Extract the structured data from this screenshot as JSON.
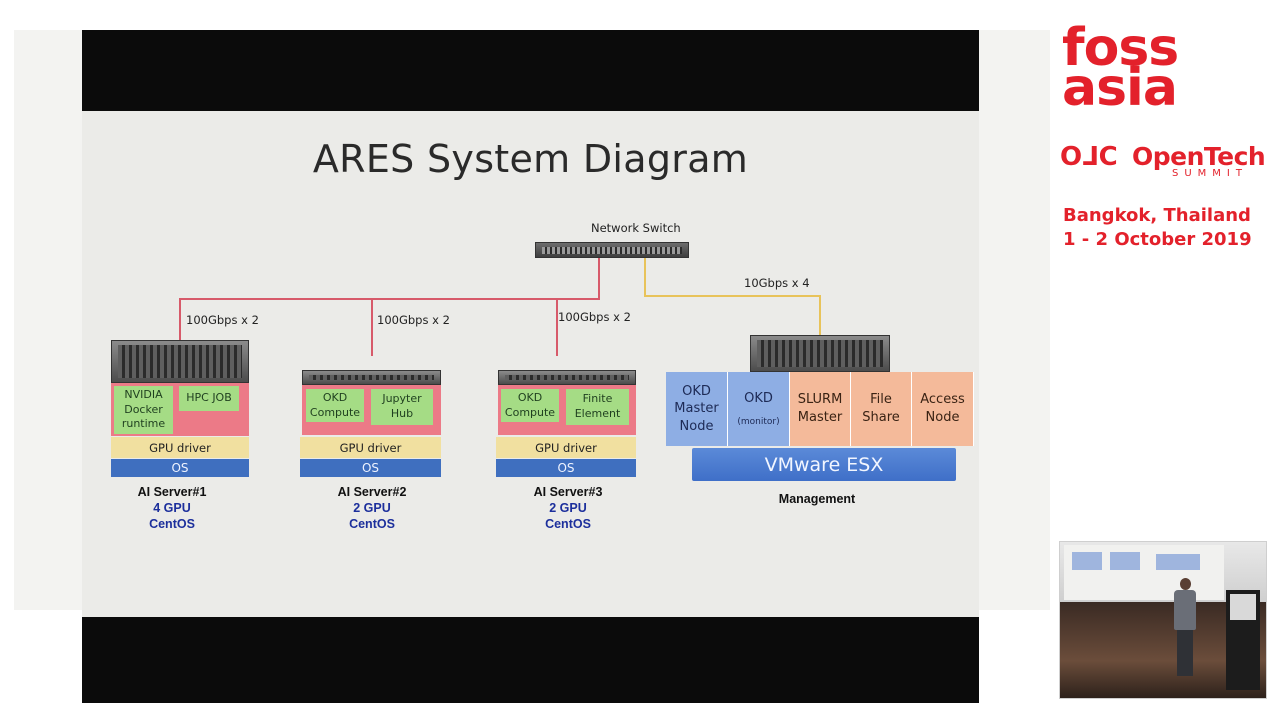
{
  "slide": {
    "title": "ARES System Diagram",
    "network_switch_label": "Network Switch",
    "links": {
      "server1": "100Gbps x 2",
      "server2": "100Gbps x 2",
      "server3": "100Gbps x 2",
      "management": "10Gbps x 4"
    },
    "servers": [
      {
        "apps": [
          "NVIDIA Docker runtime",
          "HPC JOB"
        ],
        "driver": "GPU driver",
        "os": "OS",
        "name": "AI Server#1",
        "gpu": "4 GPU",
        "distro": "CentOS"
      },
      {
        "apps": [
          "OKD Compute",
          "Jupyter Hub"
        ],
        "driver": "GPU driver",
        "os": "OS",
        "name": "AI Server#2",
        "gpu": "2 GPU",
        "distro": "CentOS"
      },
      {
        "apps": [
          "OKD Compute",
          "Finite Element"
        ],
        "driver": "GPU driver",
        "os": "OS",
        "name": "AI Server#3",
        "gpu": "2 GPU",
        "distro": "CentOS"
      }
    ],
    "management": {
      "vms": [
        {
          "line1": "OKD Master Node",
          "line2": ""
        },
        {
          "line1": "OKD",
          "line2": "(monitor)"
        },
        {
          "line1": "SLURM Master",
          "line2": ""
        },
        {
          "line1": "File Share",
          "line2": ""
        },
        {
          "line1": "Access Node",
          "line2": ""
        }
      ],
      "hypervisor": "VMware ESX",
      "label": "Management"
    }
  },
  "branding": {
    "logo_line1": "foss",
    "logo_line2": "asia",
    "opentech_mark": "O⅃C",
    "opentech_text": "OpenTech",
    "opentech_sub": "SUMMIT",
    "place": "Bangkok, Thailand",
    "date": "1 - 2 October 2019"
  },
  "colors": {
    "brand_red": "#e3212b",
    "link_red": "#d75a6a",
    "link_yellow": "#e8c35a",
    "os_blue": "#3f6fbf",
    "app_green": "#a5dc85"
  }
}
